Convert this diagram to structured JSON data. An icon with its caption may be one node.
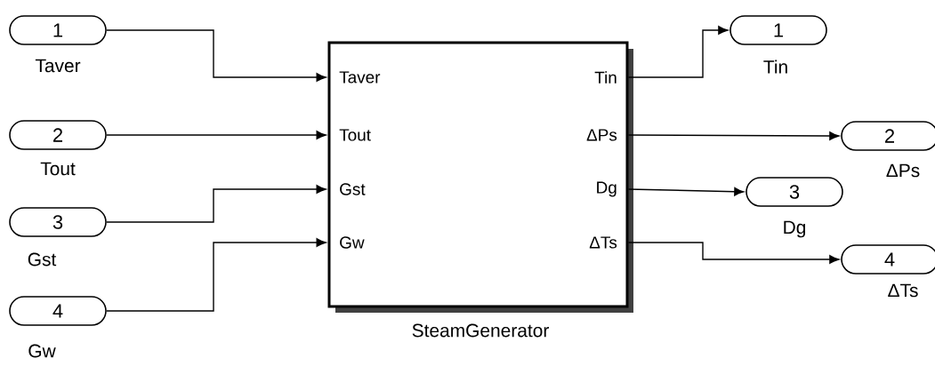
{
  "diagram": {
    "nodes": [
      {
        "text": [
          "1"
        ],
        "beside": [
          "Taver"
        ]
      },
      {
        "text": [
          "2"
        ],
        "beside": [
          "Tout"
        ]
      },
      {
        "text": [
          "3"
        ],
        "beside": [
          "Gst"
        ]
      },
      {
        "text": [
          "4"
        ],
        "beside": [
          "Gw"
        ]
      },
      {
        "text": [
          "Taver",
          "Tout",
          "Gst",
          "Gw",
          "Tin",
          "ΔPs",
          "Dg",
          "ΔTs"
        ],
        "beside": [
          "SteamGenerator"
        ]
      },
      {
        "text": [
          "1"
        ],
        "beside": [
          "Tin"
        ]
      },
      {
        "text": [
          "2"
        ],
        "beside": [
          "ΔPs"
        ]
      },
      {
        "text": [
          "3"
        ],
        "beside": [
          "Dg"
        ]
      },
      {
        "text": [
          "4"
        ],
        "beside": [
          "ΔTs"
        ]
      }
    ],
    "edges": [
      {
        "from": 0,
        "to": 4,
        "arrow": "to"
      },
      {
        "from": 1,
        "to": 4,
        "arrow": "to"
      },
      {
        "from": 2,
        "to": 4,
        "arrow": "to"
      },
      {
        "from": 3,
        "to": 4,
        "arrow": "to"
      },
      {
        "from": 4,
        "to": 5,
        "arrow": "to"
      },
      {
        "from": 4,
        "to": 6,
        "arrow": "to"
      },
      {
        "from": 4,
        "to": 7,
        "arrow": "to"
      },
      {
        "from": 4,
        "to": 8,
        "arrow": "to"
      }
    ]
  }
}
